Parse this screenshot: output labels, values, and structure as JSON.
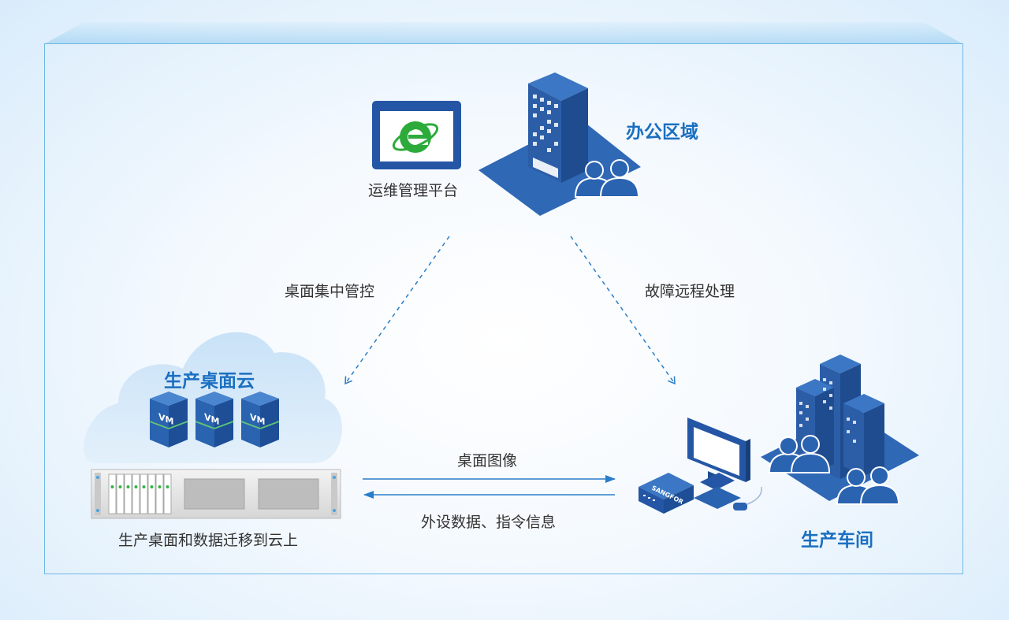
{
  "nodes": {
    "ops_platform": {
      "label": "运维管理平台"
    },
    "office_area": {
      "label": "办公区域"
    },
    "desktop_cloud": {
      "label": "生产桌面云"
    },
    "workshop": {
      "label": "生产车间"
    },
    "migration": {
      "label": "生产桌面和数据迁移到云上"
    }
  },
  "vm_label": "VM",
  "thin_client_brand": "SANGFOR",
  "edges": {
    "centralized_control": "桌面集中管控",
    "remote_fault": "故障远程处理",
    "desktop_image": "桌面图像",
    "peripheral_data": "外设数据、指令信息"
  },
  "colors": {
    "primary_blue": "#2a63b0",
    "title_blue": "#1b6fc0",
    "ie_green": "#2dab3a",
    "frame": "#6fb8e6"
  }
}
